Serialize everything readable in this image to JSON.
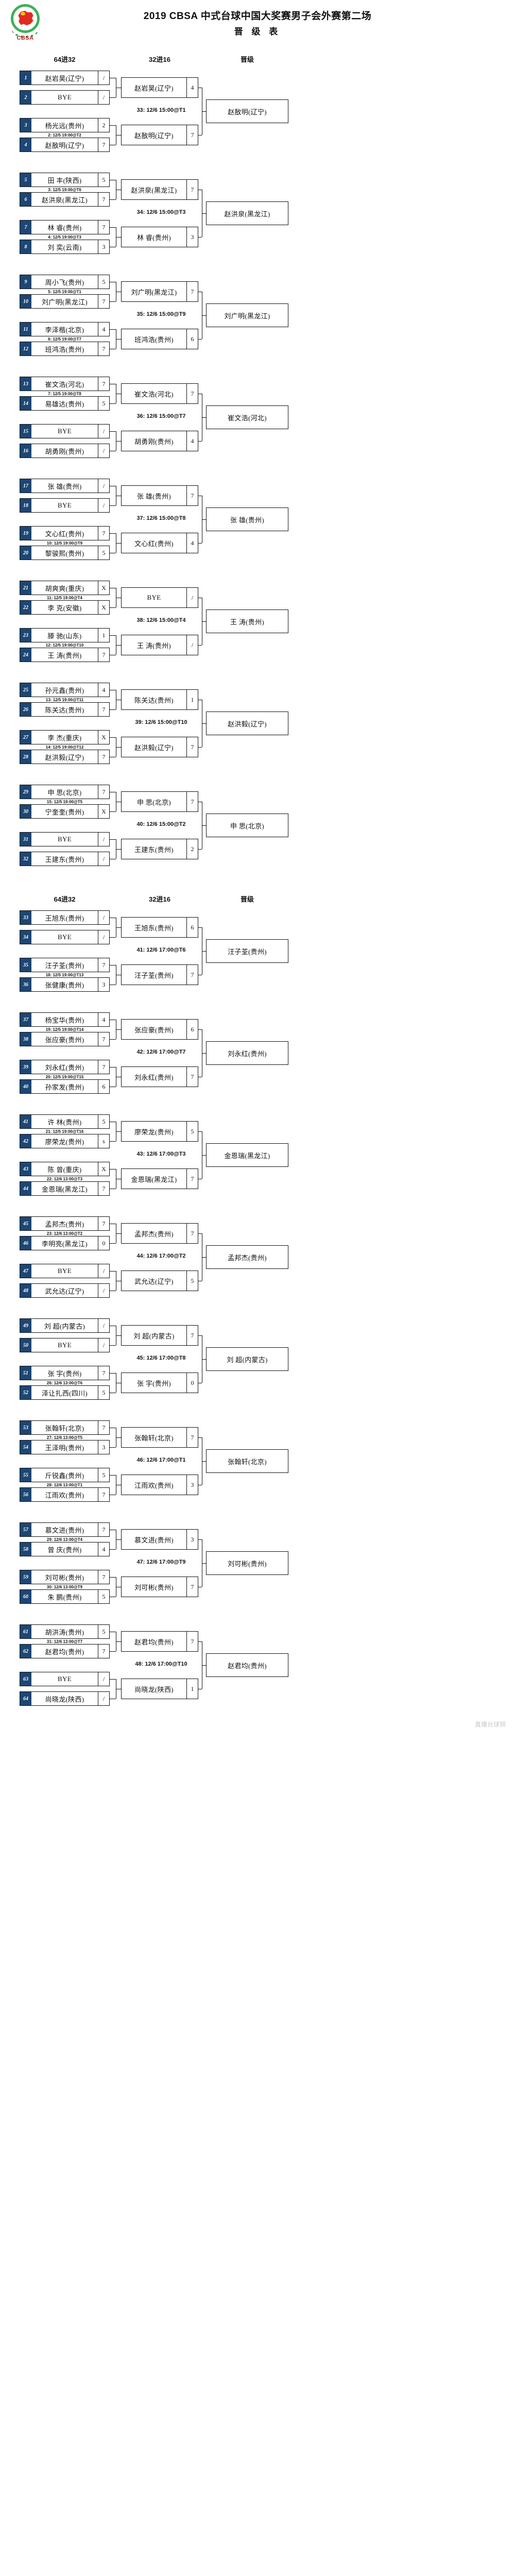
{
  "header": {
    "logo_text": "CBSA",
    "title_line1": "2019 CBSA 中式台球中国大奖赛男子会外赛第二场",
    "title_line2": "晋 级 表"
  },
  "round_labels": {
    "r1": "64进32",
    "r2": "32进16",
    "r3": "晋级"
  },
  "watermark": "直播台球频",
  "top_half": {
    "r1": [
      {
        "seed": "1",
        "name": "赵岩昊(辽宁)",
        "score": "/"
      },
      {
        "seed": "2",
        "name": "BYE",
        "score": "/"
      },
      {
        "seed": "3",
        "name": "杨光远(贵州)",
        "score": "2"
      },
      {
        "seed": "4",
        "name": "赵敔明(辽宁)",
        "score": "7"
      },
      {
        "seed": "5",
        "name": "田  丰(陕西)",
        "score": "5"
      },
      {
        "seed": "6",
        "name": "赵洪泉(黑龙江)",
        "score": "7"
      },
      {
        "seed": "7",
        "name": "林  睿(贵州)",
        "score": "7"
      },
      {
        "seed": "8",
        "name": "刘  奕(云南)",
        "score": "3"
      },
      {
        "seed": "9",
        "name": "周小飞(贵州)",
        "score": "5"
      },
      {
        "seed": "10",
        "name": "刘广明(黑龙江)",
        "score": "7"
      },
      {
        "seed": "11",
        "name": "李泽楷(北京)",
        "score": "4"
      },
      {
        "seed": "12",
        "name": "班鸿浩(贵州)",
        "score": "7"
      },
      {
        "seed": "13",
        "name": "崔文浩(河北)",
        "score": "7"
      },
      {
        "seed": "14",
        "name": "易雄达(贵州)",
        "score": "5"
      },
      {
        "seed": "15",
        "name": "BYE",
        "score": "/"
      },
      {
        "seed": "16",
        "name": "胡勇刚(贵州)",
        "score": "/"
      },
      {
        "seed": "17",
        "name": "张  雄(贵州)",
        "score": "/"
      },
      {
        "seed": "18",
        "name": "BYE",
        "score": "/"
      },
      {
        "seed": "19",
        "name": "文心红(贵州)",
        "score": "7"
      },
      {
        "seed": "20",
        "name": "黎骏熙(贵州)",
        "score": "5"
      },
      {
        "seed": "21",
        "name": "胡爽爽(重庆)",
        "score": "X"
      },
      {
        "seed": "22",
        "name": "李  克(安徽)",
        "score": "X"
      },
      {
        "seed": "23",
        "name": "滕  驰(山东)",
        "score": "1"
      },
      {
        "seed": "24",
        "name": "王  涛(贵州)",
        "score": "7"
      },
      {
        "seed": "25",
        "name": "孙元鑫(贵州)",
        "score": "4"
      },
      {
        "seed": "26",
        "name": "陈关达(贵州)",
        "score": "7"
      },
      {
        "seed": "27",
        "name": "李  杰(重庆)",
        "score": "X"
      },
      {
        "seed": "28",
        "name": "赵洪毅(辽宁)",
        "score": "7"
      },
      {
        "seed": "29",
        "name": "申  思(北京)",
        "score": "7"
      },
      {
        "seed": "30",
        "name": "宁奎奎(贵州)",
        "score": "X"
      },
      {
        "seed": "31",
        "name": "BYE",
        "score": "/"
      },
      {
        "seed": "32",
        "name": "王建东(贵州)",
        "score": "/"
      }
    ],
    "r1_info": [
      "",
      "2: 12/5 19:00@T2",
      "3: 12/5 19:00@T6",
      "4: 12/5 19:00@T3",
      "5: 12/5 19:00@T1",
      "6: 12/5 19:00@T7",
      "7: 12/5 19:00@T8",
      "",
      "",
      "10: 12/5 19:00@T9",
      "11: 12/5 19:00@T4",
      "12: 12/5 19:00@T10",
      "13: 12/5 19:00@T11",
      "14: 12/5 19:00@T12",
      "15: 12/5 19:00@T5",
      ""
    ],
    "r2": [
      {
        "name": "赵岩昊(辽宁)",
        "score": "4"
      },
      {
        "name": "赵敔明(辽宁)",
        "score": "7"
      },
      {
        "name": "赵洪泉(黑龙江)",
        "score": "7"
      },
      {
        "name": "林  睿(贵州)",
        "score": "3"
      },
      {
        "name": "刘广明(黑龙江)",
        "score": "7"
      },
      {
        "name": "班鸿浩(贵州)",
        "score": "6"
      },
      {
        "name": "崔文浩(河北)",
        "score": "7"
      },
      {
        "name": "胡勇刚(贵州)",
        "score": "4"
      },
      {
        "name": "张  雄(贵州)",
        "score": "7"
      },
      {
        "name": "文心红(贵州)",
        "score": "4"
      },
      {
        "name": "BYE",
        "score": "/"
      },
      {
        "name": "王  涛(贵州)",
        "score": "/"
      },
      {
        "name": "陈关达(贵州)",
        "score": "1"
      },
      {
        "name": "赵洪毅(辽宁)",
        "score": "7"
      },
      {
        "name": "申  思(北京)",
        "score": "7"
      },
      {
        "name": "王建东(贵州)",
        "score": "2"
      }
    ],
    "r2_info": [
      "33: 12/6 15:00@T1",
      "34: 12/6 15:00@T3",
      "35: 12/6 15:00@T9",
      "36: 12/6 15:00@T7",
      "37: 12/6 15:00@T8",
      "38: 12/6 15:00@T4",
      "39: 12/6 15:00@T10",
      "40: 12/6 15:00@T2"
    ],
    "r3": [
      {
        "name": "赵敔明(辽宁)"
      },
      {
        "name": "赵洪泉(黑龙江)"
      },
      {
        "name": "刘广明(黑龙江)"
      },
      {
        "name": "崔文浩(河北)"
      },
      {
        "name": "张  雄(贵州)"
      },
      {
        "name": "王  涛(贵州)"
      },
      {
        "name": "赵洪毅(辽宁)"
      },
      {
        "name": "申  思(北京)"
      }
    ]
  },
  "bottom_half": {
    "r1": [
      {
        "seed": "33",
        "name": "王旭东(贵州)",
        "score": "/"
      },
      {
        "seed": "34",
        "name": "BYE",
        "score": "/"
      },
      {
        "seed": "35",
        "name": "汪子荃(贵州)",
        "score": "7"
      },
      {
        "seed": "36",
        "name": "张健康(贵州)",
        "score": "3"
      },
      {
        "seed": "37",
        "name": "杨宝华(贵州)",
        "score": "4"
      },
      {
        "seed": "38",
        "name": "张应豪(贵州)",
        "score": "7"
      },
      {
        "seed": "39",
        "name": "刘永红(贵州)",
        "score": "7"
      },
      {
        "seed": "40",
        "name": "孙家发(贵州)",
        "score": "6"
      },
      {
        "seed": "41",
        "name": "许  林(贵州)",
        "score": "5"
      },
      {
        "seed": "42",
        "name": "廖荣龙(贵州)",
        "score": "s"
      },
      {
        "seed": "43",
        "name": "陈  曾(重庆)",
        "score": "X"
      },
      {
        "seed": "44",
        "name": "金恩瑞(黑龙江)",
        "score": "7"
      },
      {
        "seed": "45",
        "name": "孟邦杰(贵州)",
        "score": "7"
      },
      {
        "seed": "46",
        "name": "李明亮(黑龙江)",
        "score": "0"
      },
      {
        "seed": "47",
        "name": "BYE",
        "score": "/"
      },
      {
        "seed": "48",
        "name": "武允达(辽宁)",
        "score": "/"
      },
      {
        "seed": "49",
        "name": "刘  超(内蒙古)",
        "score": "/"
      },
      {
        "seed": "50",
        "name": "BYE",
        "score": "/"
      },
      {
        "seed": "51",
        "name": "张  宇(贵州)",
        "score": "7"
      },
      {
        "seed": "52",
        "name": "泽让扎西(四川)",
        "score": "5"
      },
      {
        "seed": "53",
        "name": "张翰轩(北京)",
        "score": "7"
      },
      {
        "seed": "54",
        "name": "王泽明(贵州)",
        "score": "3"
      },
      {
        "seed": "55",
        "name": "斤锐鑫(贵州)",
        "score": "5"
      },
      {
        "seed": "56",
        "name": "江雨欢(贵州)",
        "score": "7"
      },
      {
        "seed": "57",
        "name": "慕文进(贵州)",
        "score": "7"
      },
      {
        "seed": "58",
        "name": "曾  庆(贵州)",
        "score": "4"
      },
      {
        "seed": "59",
        "name": "刘可彬(贵州)",
        "score": "7"
      },
      {
        "seed": "60",
        "name": "朱  鹏(贵州)",
        "score": "5"
      },
      {
        "seed": "61",
        "name": "胡洪涛(贵州)",
        "score": "5"
      },
      {
        "seed": "62",
        "name": "赵君均(贵州)",
        "score": "7"
      },
      {
        "seed": "63",
        "name": "BYE",
        "score": "/"
      },
      {
        "seed": "64",
        "name": "尚晓龙(陕西)",
        "score": "/"
      }
    ],
    "r1_info": [
      "",
      "18: 12/5 19:00@T13",
      "19: 12/5 19:00@T14",
      "20: 12/5 19:00@T15",
      "21: 12/5 19:00@T16",
      "22: 12/6 13:00@T3",
      "23: 12/6 13:00@T2",
      "",
      "",
      "26: 12/6 13:00@T6",
      "27: 12/6 13:00@T5",
      "28: 12/6 13:00@T1",
      "29: 12/6 13:00@T4",
      "30: 12/6 13:00@T9",
      "31: 12/6 13:00@T7",
      ""
    ],
    "r2": [
      {
        "name": "王旭东(贵州)",
        "score": "6"
      },
      {
        "name": "汪子荃(贵州)",
        "score": "7"
      },
      {
        "name": "张应豪(贵州)",
        "score": "6"
      },
      {
        "name": "刘永红(贵州)",
        "score": "7"
      },
      {
        "name": "廖荣龙(贵州)",
        "score": "5"
      },
      {
        "name": "金恩瑞(黑龙江)",
        "score": "7"
      },
      {
        "name": "孟邦杰(贵州)",
        "score": "7"
      },
      {
        "name": "武允达(辽宁)",
        "score": "5"
      },
      {
        "name": "刘  超(内蒙古)",
        "score": "7"
      },
      {
        "name": "张  宇(贵州)",
        "score": "0"
      },
      {
        "name": "张翰轩(北京)",
        "score": "7"
      },
      {
        "name": "江雨欢(贵州)",
        "score": "3"
      },
      {
        "name": "慕文进(贵州)",
        "score": "3"
      },
      {
        "name": "刘可彬(贵州)",
        "score": "7"
      },
      {
        "name": "赵君均(贵州)",
        "score": "7"
      },
      {
        "name": "尚晓龙(陕西)",
        "score": "1"
      }
    ],
    "r2_info": [
      "41: 12/6 17:00@T6",
      "42: 12/6 17:00@T7",
      "43: 12/6 17:00@T3",
      "44: 12/6 17:00@T2",
      "45: 12/6 17:00@T8",
      "46: 12/6 17:00@T1",
      "47: 12/6 17:00@T9",
      "48: 12/6 17:00@T10"
    ],
    "r3": [
      {
        "name": "汪子荃(贵州)"
      },
      {
        "name": "刘永红(贵州)"
      },
      {
        "name": "金恩瑞(黑龙江)"
      },
      {
        "name": "孟邦杰(贵州)"
      },
      {
        "name": "刘  超(内蒙古)"
      },
      {
        "name": "张翰轩(北京)"
      },
      {
        "name": "刘可彬(贵州)"
      },
      {
        "name": "赵君均(贵州)"
      }
    ]
  }
}
